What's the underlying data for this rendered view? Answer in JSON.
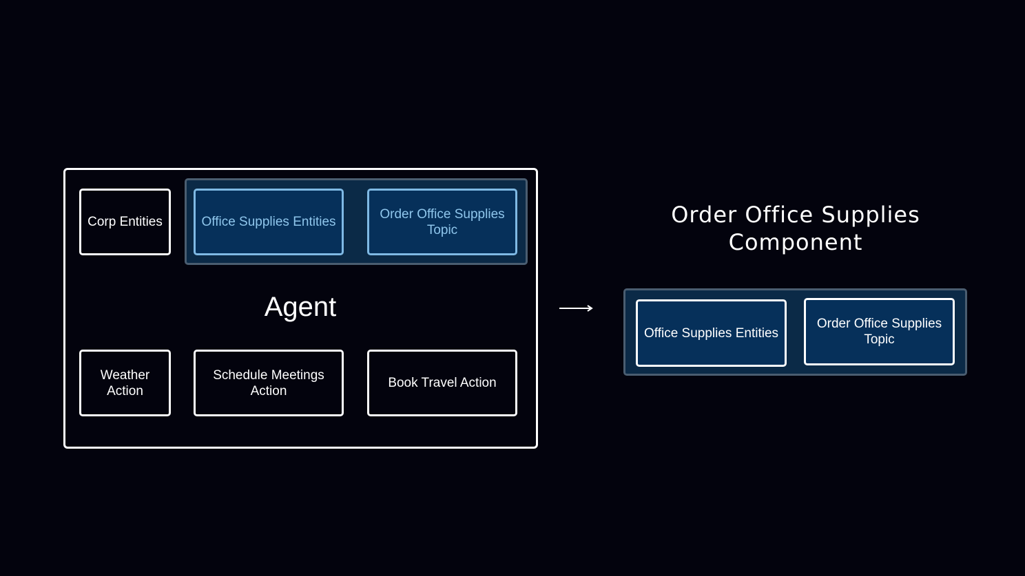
{
  "agent": {
    "label": "Agent",
    "boxes": {
      "corp_entities": "Corp Entities",
      "office_supplies_entities": "Office Supplies Entities",
      "order_office_supplies_topic": "Order Office Supplies Topic",
      "weather_action": "Weather Action",
      "schedule_meetings_action": "Schedule Meetings Action",
      "book_travel_action": "Book Travel Action"
    }
  },
  "component": {
    "title": "Order Office Supplies Component",
    "boxes": {
      "office_supplies_entities": "Office Supplies Entities",
      "order_office_supplies_topic": "Order Office Supplies Topic"
    }
  },
  "colors": {
    "background": "#03030d",
    "highlight_fill": "#06305a",
    "highlight_border": "#7fb9e4",
    "group_fill": "#0b2a47",
    "group_border": "#4a5d70"
  }
}
